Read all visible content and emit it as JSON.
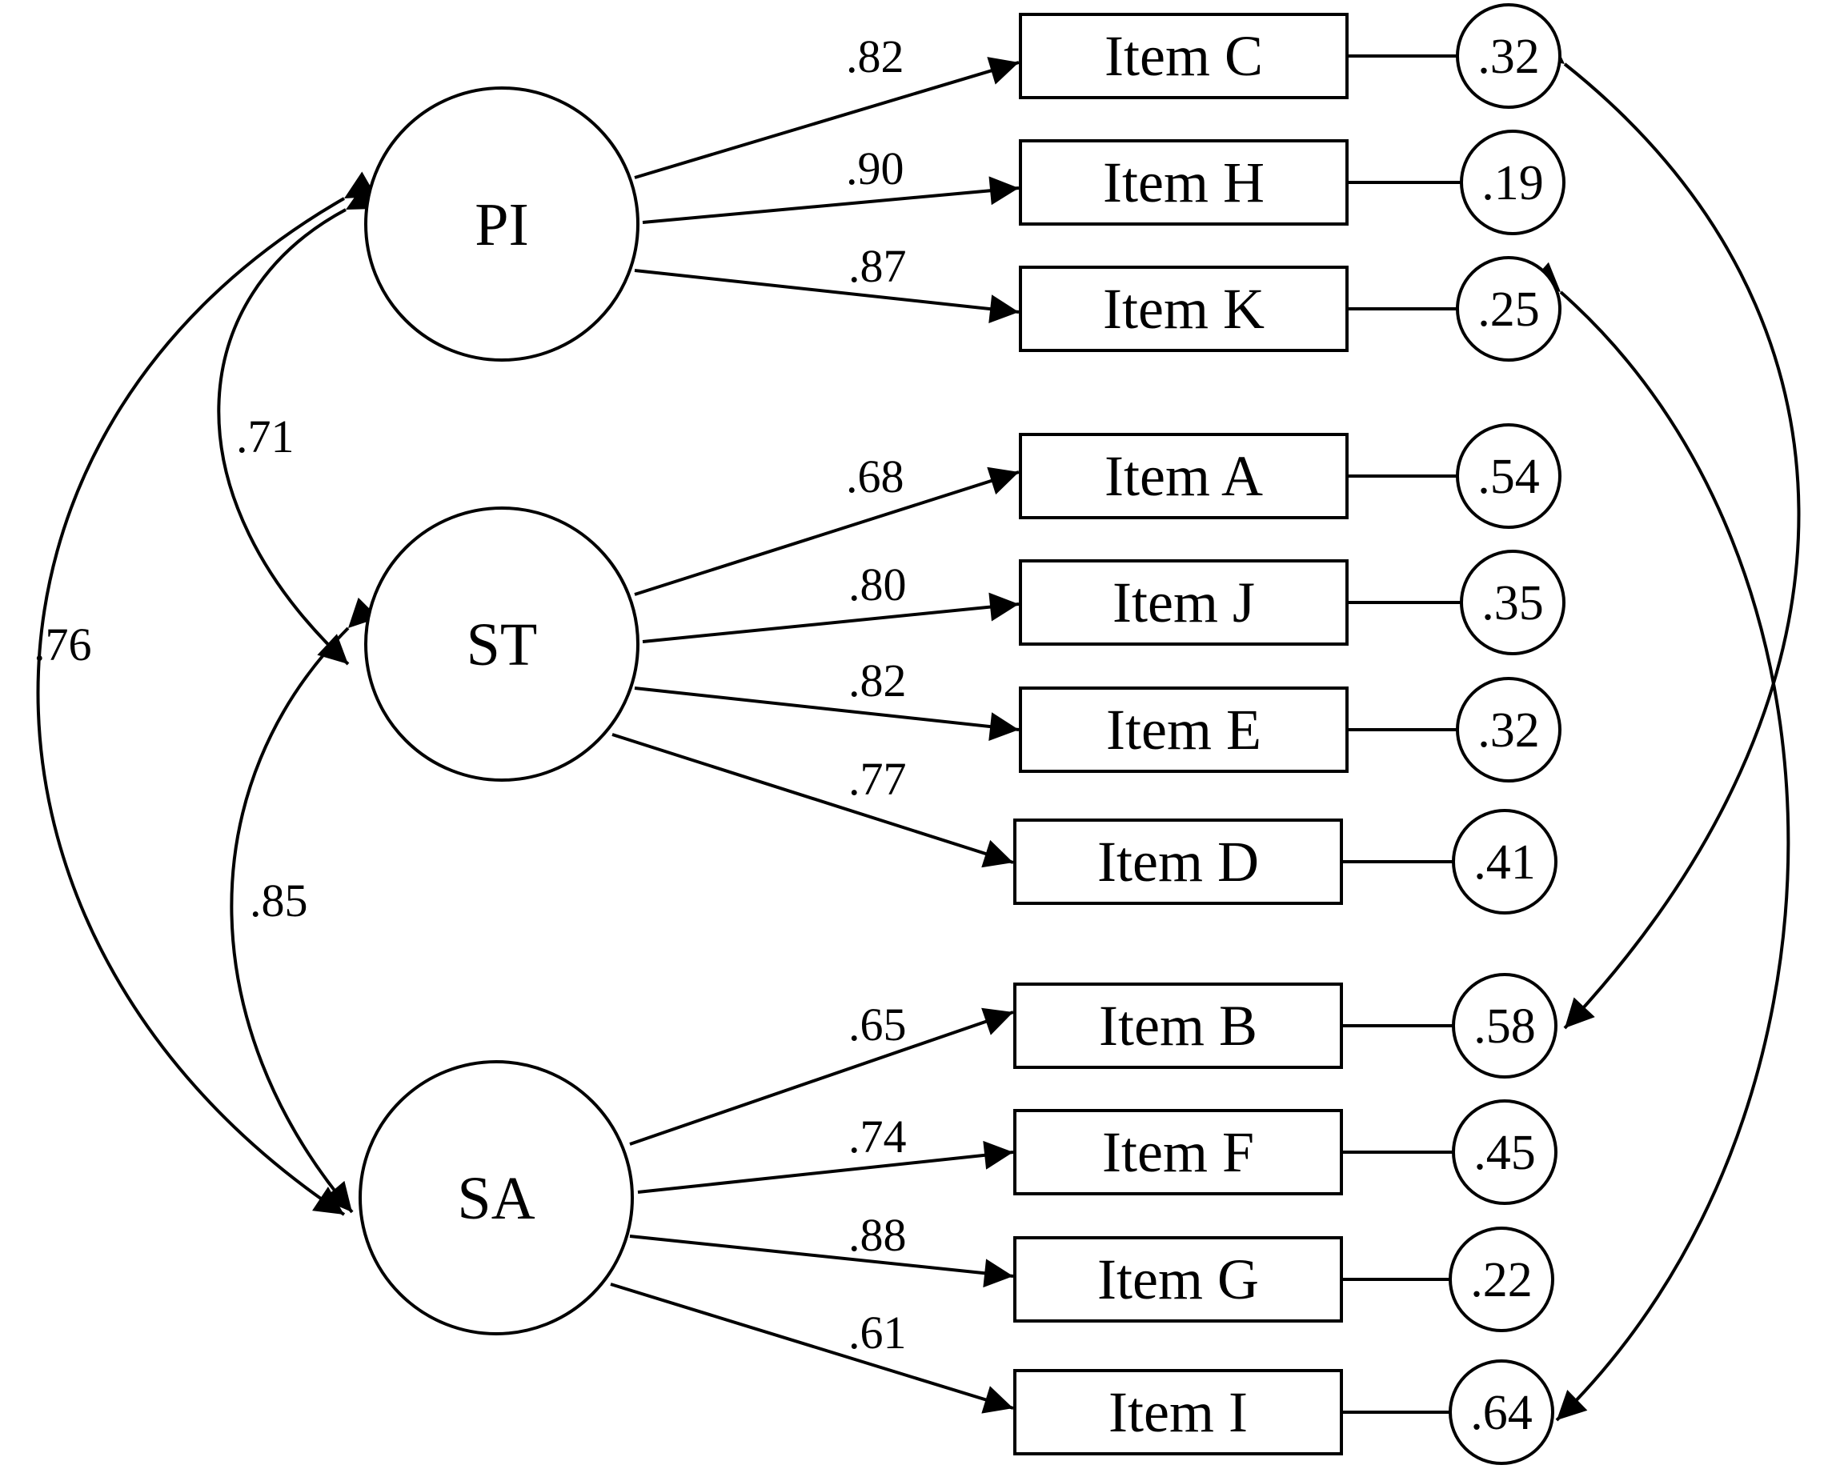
{
  "latents": [
    {
      "id": "PI",
      "label": "PI"
    },
    {
      "id": "ST",
      "label": "ST"
    },
    {
      "id": "SA",
      "label": "SA"
    }
  ],
  "items": [
    {
      "id": "C",
      "label": "Item C",
      "factor": "PI",
      "loading": ".82",
      "error": ".32"
    },
    {
      "id": "H",
      "label": "Item H",
      "factor": "PI",
      "loading": ".90",
      "error": ".19"
    },
    {
      "id": "K",
      "label": "Item K",
      "factor": "PI",
      "loading": ".87",
      "error": ".25"
    },
    {
      "id": "A",
      "label": "Item A",
      "factor": "ST",
      "loading": ".68",
      "error": ".54"
    },
    {
      "id": "J",
      "label": "Item J",
      "factor": "ST",
      "loading": ".80",
      "error": ".35"
    },
    {
      "id": "E",
      "label": "Item E",
      "factor": "ST",
      "loading": ".82",
      "error": ".32"
    },
    {
      "id": "D",
      "label": "Item D",
      "factor": "ST",
      "loading": ".77",
      "error": ".41"
    },
    {
      "id": "B",
      "label": "Item B",
      "factor": "SA",
      "loading": ".65",
      "error": ".58"
    },
    {
      "id": "F",
      "label": "Item F",
      "factor": "SA",
      "loading": ".74",
      "error": ".45"
    },
    {
      "id": "G",
      "label": "Item G",
      "factor": "SA",
      "loading": ".88",
      "error": ".22"
    },
    {
      "id": "I",
      "label": "Item I",
      "factor": "SA",
      "loading": ".61",
      "error": ".64"
    }
  ],
  "factor_correlations": [
    {
      "from": "PI",
      "to": "ST",
      "value": ".71"
    },
    {
      "from": "ST",
      "to": "SA",
      "value": ".85"
    },
    {
      "from": "PI",
      "to": "SA",
      "value": ".76"
    }
  ],
  "error_covariances": [
    {
      "from": "C",
      "to": "B"
    },
    {
      "from": "K",
      "to": "I"
    }
  ]
}
